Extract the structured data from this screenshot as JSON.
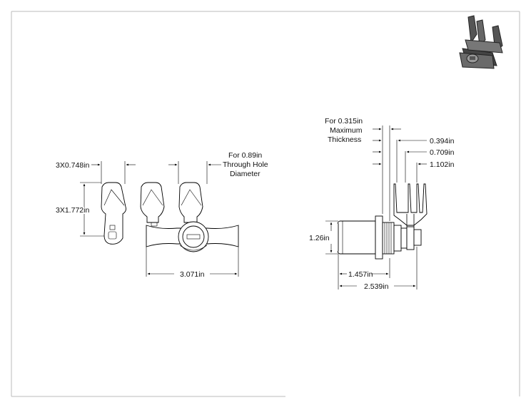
{
  "drawing": {
    "front_view": {
      "width_label": "3X0.748in",
      "height_label": "3X1.772in",
      "overall_label": "3.071in",
      "hole_note": [
        "For 0.89in",
        "Through Hole",
        "Diameter"
      ]
    },
    "side_view": {
      "thickness_note": [
        "For 0.315in",
        "Maximum",
        "Thickness"
      ],
      "dim_a": "0.394in",
      "dim_b": "0.709in",
      "dim_c": "1.102in",
      "height_label": "1.26in",
      "body_label": "1.457in",
      "overall_label": "2.539in"
    }
  }
}
